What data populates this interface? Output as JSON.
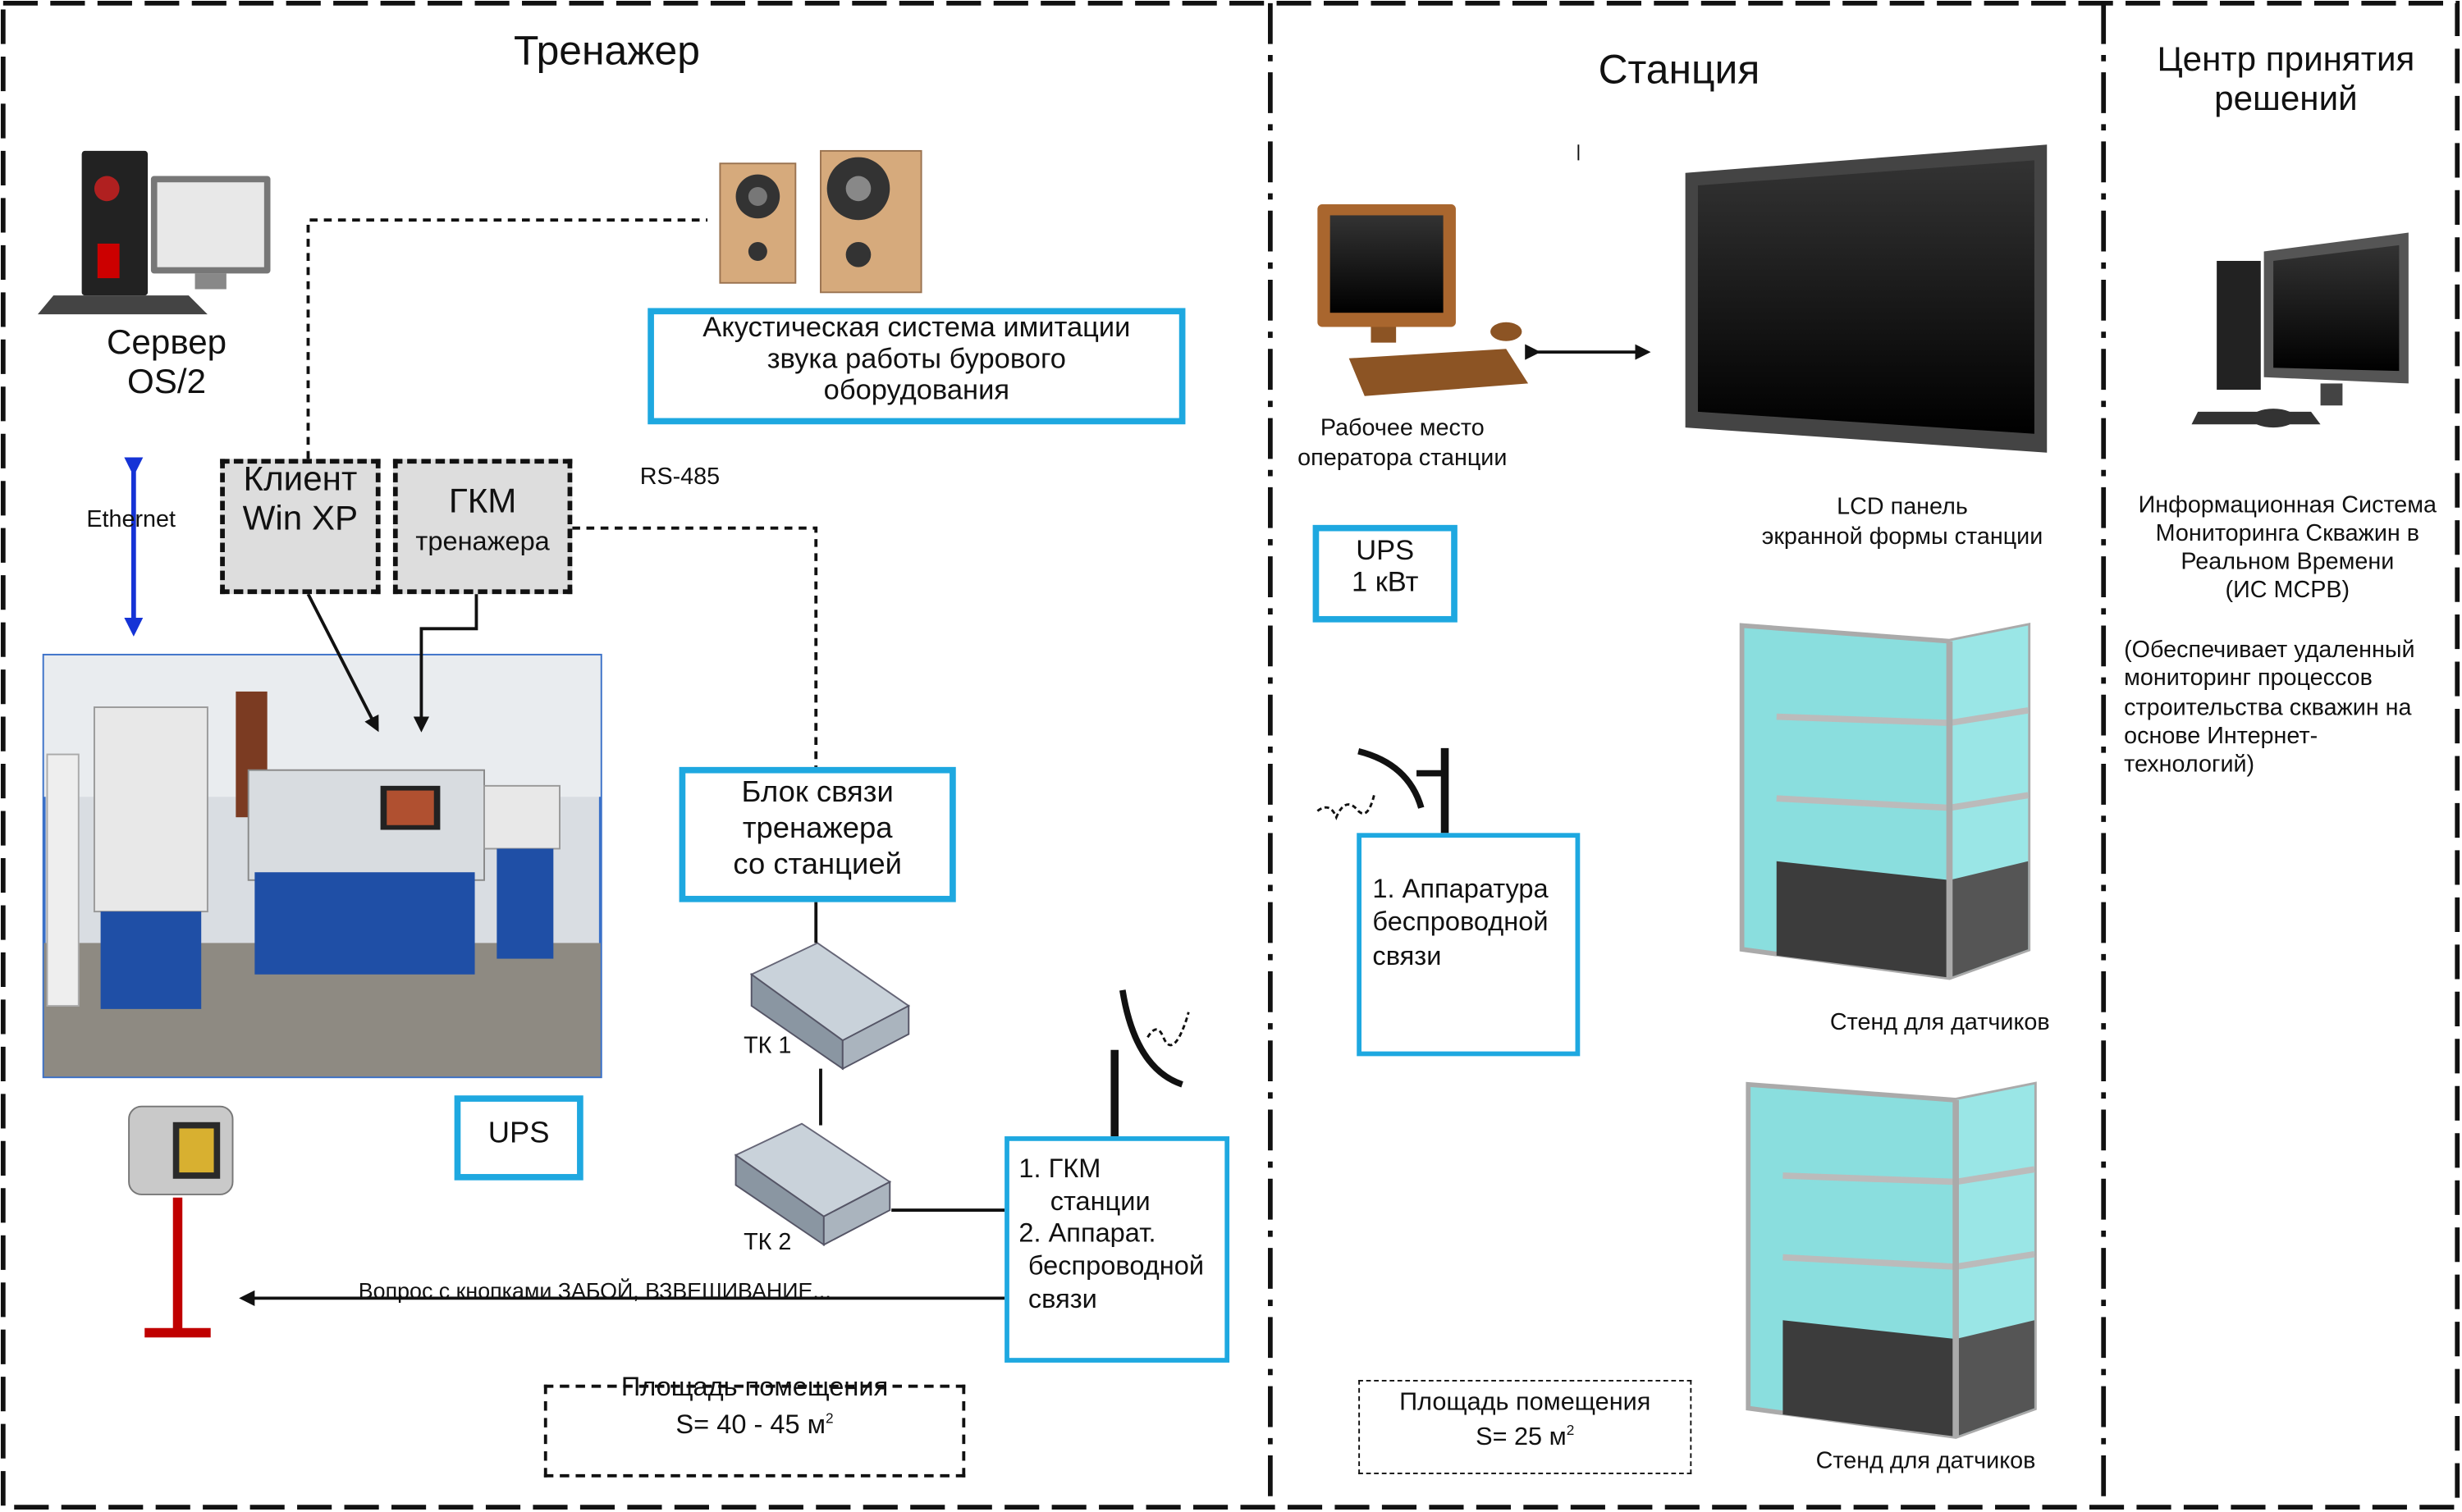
{
  "sections": {
    "trainer": {
      "title": "Тренажер"
    },
    "station": {
      "title": "Станция"
    },
    "center": {
      "title_line1": "Центр принятия",
      "title_line2": "решений"
    }
  },
  "trainer": {
    "server_line1": "Сервер",
    "server_line2": "OS/2",
    "ethernet": "Ethernet",
    "client_line1": "Клиент",
    "client_line2": "Win XP",
    "gkm_line1": "ГКМ",
    "gkm_line2": "тренажера",
    "rs485": "RS-485",
    "acoustic_line1": "Акустическая система имитации",
    "acoustic_line2": "звука работы бурового",
    "acoustic_line3": "оборудования",
    "link_line1": "Блок связи",
    "link_line2": "тренажера",
    "link_line3": "со станцией",
    "tk1": "ТК 1",
    "tk2": "ТК 2",
    "ups": "UPS",
    "gkm_station_line1": "1. ГКМ",
    "gkm_station_line2": "станции",
    "gkm_station_line3": "2. Аппарат.",
    "gkm_station_line4": "беспроводной",
    "gkm_station_line5": "связи",
    "question": "Вопрос с кнопками ЗАБОЙ, ВЗВЕШИВАНИЕ...",
    "area_title": "Площадь помещения",
    "area_value": "S= 40 - 45 м",
    "area_sup": "2"
  },
  "station": {
    "workplace_line1": "Рабочее место",
    "workplace_line2": "оператора станции",
    "lcd_line1": "LCD панель",
    "lcd_line2": "экранной формы станции",
    "ups_line1": "UPS",
    "ups_line2": "1 кВт",
    "wireless_line1": "1. Аппаратура",
    "wireless_line2": "беспроводной",
    "wireless_line3": "связи",
    "stand1": "Стенд для датчиков",
    "stand2": "Стенд для датчиков",
    "area_title": "Площадь помещения",
    "area_value": "S= 25 м",
    "area_sup": "2"
  },
  "center": {
    "is_line1": "Информационная Система",
    "is_line2": "Мониторинга Скважин в",
    "is_line3": "Реальном Времени",
    "is_line4": "(ИС МСРВ)",
    "desc_line1": "(Обеспечивает удаленный",
    "desc_line2": "мониторинг процессов",
    "desc_line3": "строительства скважин на",
    "desc_line4": "основе Интернет-",
    "desc_line5": "технологий)"
  },
  "colors": {
    "accent_box": "#1ea8e0",
    "arrow_ethernet": "#1533d6",
    "sensor_post": "#c00000",
    "glass": "#7fd6d6"
  }
}
